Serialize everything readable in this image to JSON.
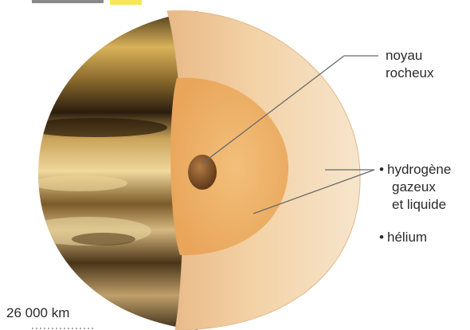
{
  "labels": {
    "core_line1": "noyau",
    "core_line2": "rocheux",
    "hydrogen_line1": "hydrogène",
    "hydrogen_line2": "gazeux",
    "hydrogen_line3": "et liquide",
    "helium": "hélium",
    "diameter": "26 000 km"
  },
  "colors": {
    "outer_layer": "#f3d8b0",
    "middle_layer": "#efb368",
    "core": "#7a4a22",
    "cut_surface_light": "#f6e2c4",
    "leader_line": "#6a6a6a",
    "highlight": "#f5e65a"
  }
}
